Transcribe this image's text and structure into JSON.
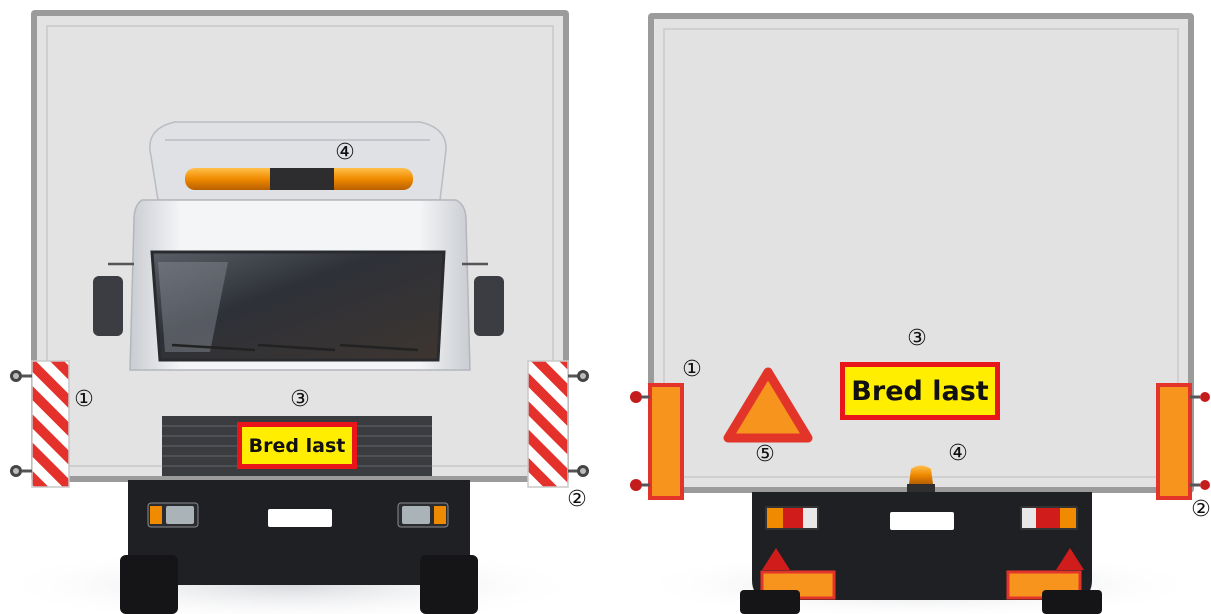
{
  "labels": {
    "front": {
      "one": "①",
      "two": "②",
      "three": "③",
      "four": "④"
    },
    "rear": {
      "one": "①",
      "two": "②",
      "three": "③",
      "four": "④",
      "five": "⑤"
    }
  },
  "signs": {
    "front_text": "Bred last",
    "rear_text": "Bred last"
  },
  "colors": {
    "sign_fill": "#ffee00",
    "sign_border": "#e8161b",
    "reflector": "#f7941d",
    "marker_stripe": "#e4312b",
    "beacon": "#f59a00",
    "truck_body": "#f2f3f5",
    "trailer_panel": "#e2e2e2"
  }
}
